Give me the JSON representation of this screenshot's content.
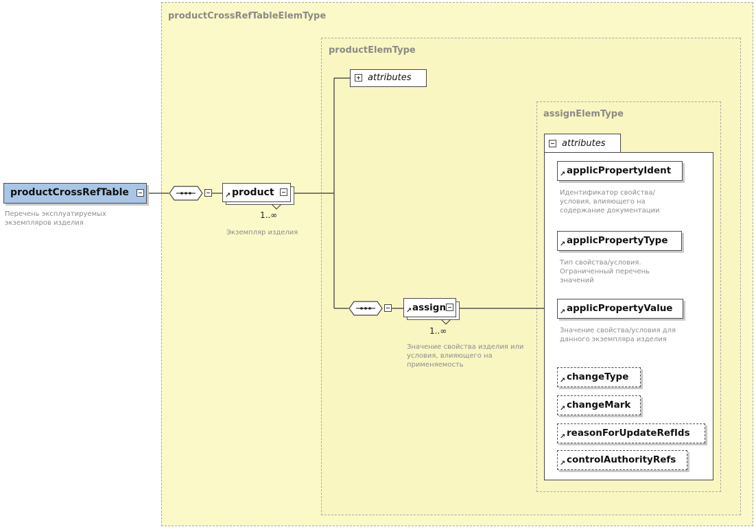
{
  "diagram": {
    "outer_type": "productCrossRefTableElemType",
    "inner_type": "productElemType",
    "assign_type": "assignElemType",
    "root": {
      "name": "productCrossRefTable",
      "description": "Перечень эксплуатируемых экземпляров изделия"
    },
    "product": {
      "name": "product",
      "cardinality": "1..∞",
      "description": "Экземпляр изделия"
    },
    "product_attributes_label": "attributes",
    "assign": {
      "name": "assign",
      "cardinality": "1..∞",
      "description": "Значение свойства изделия или условия, влияющего на применяемость"
    },
    "assign_attributes_label": "attributes",
    "attributes": [
      {
        "name": "applicPropertyIdent",
        "required": true,
        "description": "Идентификатор свойства/ условия, влияющего на содержание документации"
      },
      {
        "name": "applicPropertyType",
        "required": true,
        "description": "Тип свойства/условия. Ограниченный перечень значений"
      },
      {
        "name": "applicPropertyValue",
        "required": true,
        "description": "Значение свойства/условия для данного экземпляра изделия"
      },
      {
        "name": "changeType",
        "required": false,
        "description": ""
      },
      {
        "name": "changeMark",
        "required": false,
        "description": ""
      },
      {
        "name": "reasonForUpdateRefIds",
        "required": false,
        "description": ""
      },
      {
        "name": "controlAuthorityRefs",
        "required": false,
        "description": ""
      }
    ],
    "colors": {
      "root_fill": "#a9c6e6",
      "type_fill": "#fbf9c7",
      "border": "#a8a8a0",
      "line": "#333333"
    },
    "icons": {
      "sequence": "sequence-compositor-icon",
      "expand": "plus-icon",
      "collapse": "minus-icon",
      "attribute": "arrow-icon"
    }
  }
}
